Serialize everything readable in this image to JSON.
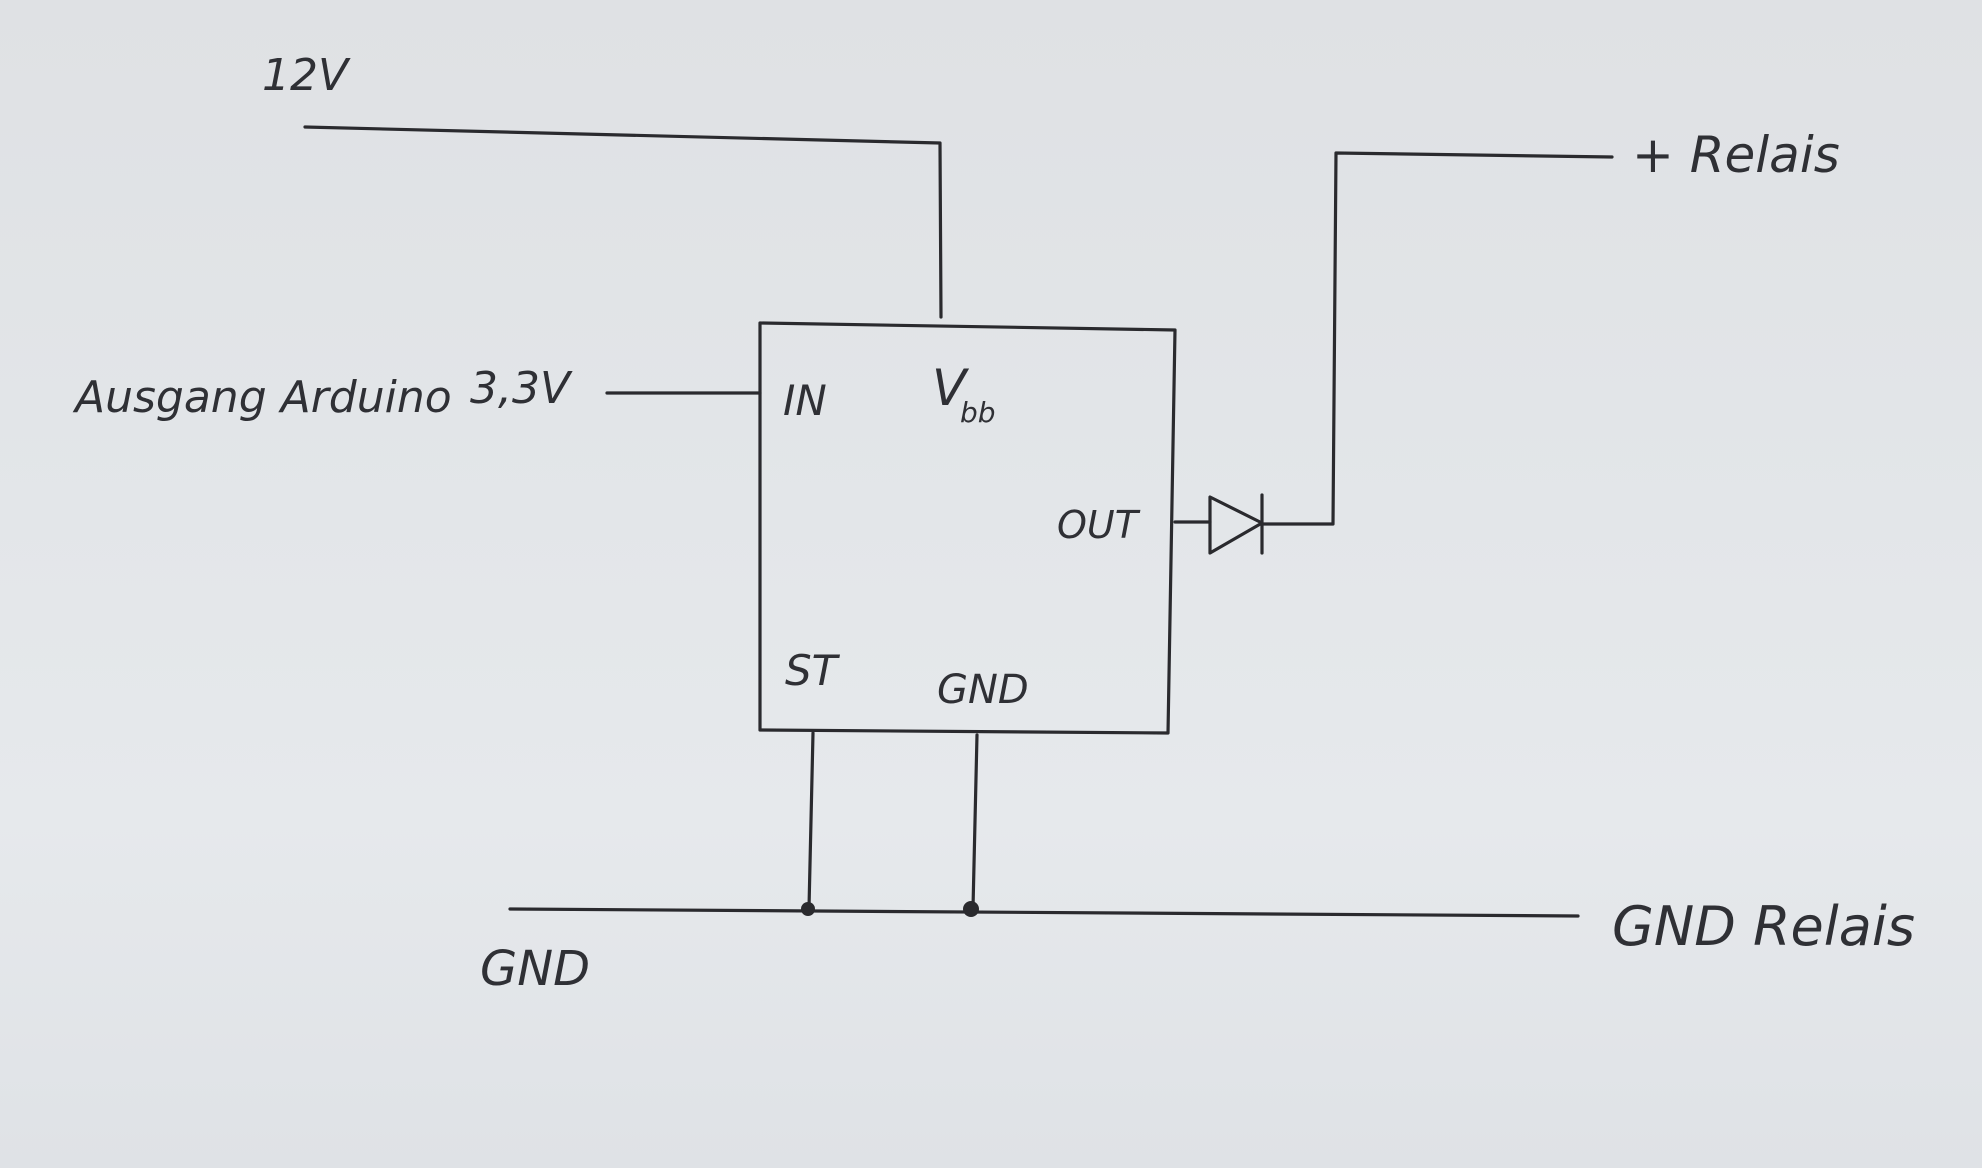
{
  "diagram": {
    "labels": {
      "supply_12v": "12V",
      "arduino_output": "Ausgang Arduino",
      "arduino_voltage": "3,3V",
      "relay_plus": "+ Relais",
      "gnd": "GND",
      "gnd_relay": "GND Relais"
    },
    "chip": {
      "pin_in": "IN",
      "pin_vbb_main": "V",
      "pin_vbb_sub": "bb",
      "pin_out": "OUT",
      "pin_st": "ST",
      "pin_gnd": "GND"
    },
    "colors": {
      "ink": "#2a2a2e",
      "paper": "#e3e6e9"
    }
  }
}
